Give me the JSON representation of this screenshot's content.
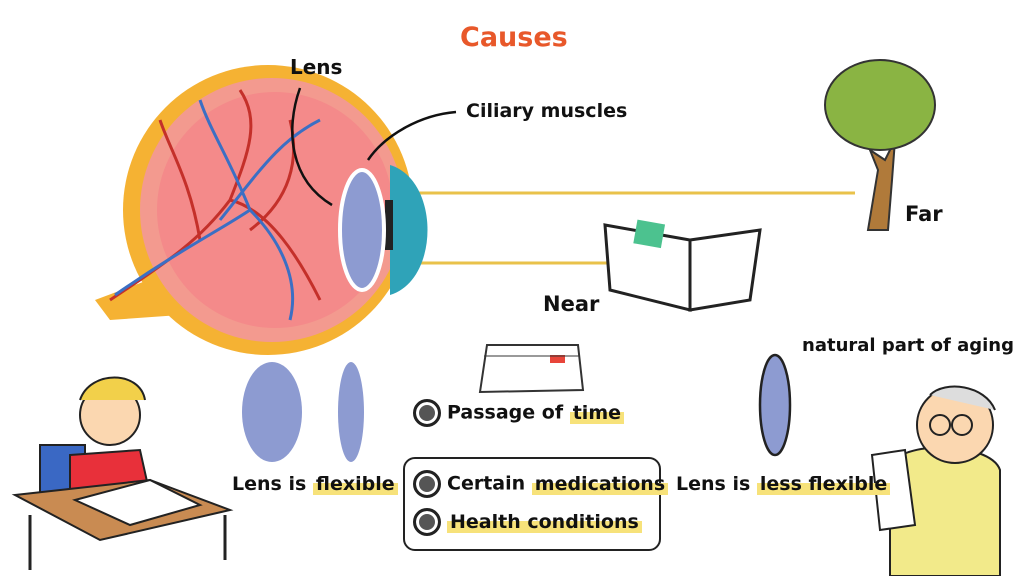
{
  "title": "Causes",
  "eye": {
    "lens_label": "Lens",
    "ciliary_label": "Ciliary muscles"
  },
  "distance": {
    "far_label": "Far",
    "near_label": "Near"
  },
  "young": {
    "caption_prefix": "Lens is ",
    "caption_highlight": "flexible"
  },
  "old": {
    "caption_prefix": "Lens is ",
    "caption_highlight": "less flexible",
    "aging_note": "natural part of aging"
  },
  "causes": [
    {
      "prefix": "Passage of ",
      "highlight": "time"
    },
    {
      "prefix": "Certain ",
      "highlight": "medications"
    },
    {
      "prefix": "",
      "highlight": "Health conditions"
    }
  ],
  "colors": {
    "title": "#e8582a",
    "highlight": "#f7e27a",
    "lens": "#8d9bd1",
    "light_ray": "#e9c24a"
  }
}
